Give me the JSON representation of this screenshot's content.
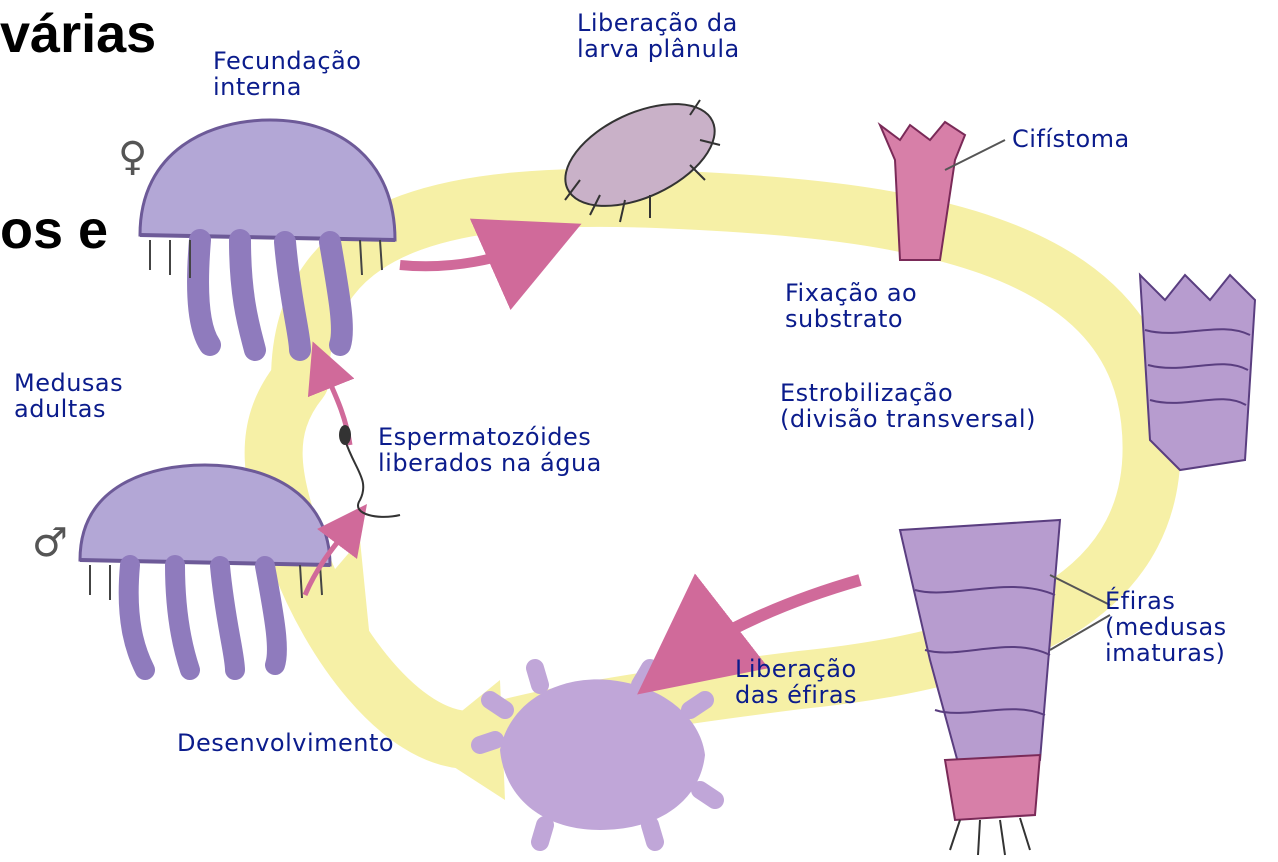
{
  "slide_text": {
    "line1": "várias",
    "line2": "os e"
  },
  "labels": {
    "fecundacao": "Fecundação\ninterna",
    "liberacao_larva": "Liberação da\nlarva plânula",
    "cifistoma": "Cifístoma",
    "fixacao": "Fixação ao\nsubstrato",
    "estrobilizacao": "Estrobilização\n(divisão transversal)",
    "efiras": "Éfiras\n(medusas\nimaturas)",
    "liberacao_efiras": "Liberação\ndas éfiras",
    "desenvolvimento": "Desenvolvimento",
    "medusas_adultas": "Medusas\nadultas",
    "espermatozoides": "Espermatozóides\nliberados na água"
  },
  "symbols": {
    "female": "♀",
    "male": "♂"
  },
  "colors": {
    "cycle_band": "#f6f0a6",
    "medusa": "#b3a7d6",
    "medusa_dark": "#7d6aa8",
    "pink_stage": "#d77fa8",
    "arrow": "#d06a9a",
    "label_text": "#0b1c8c"
  }
}
